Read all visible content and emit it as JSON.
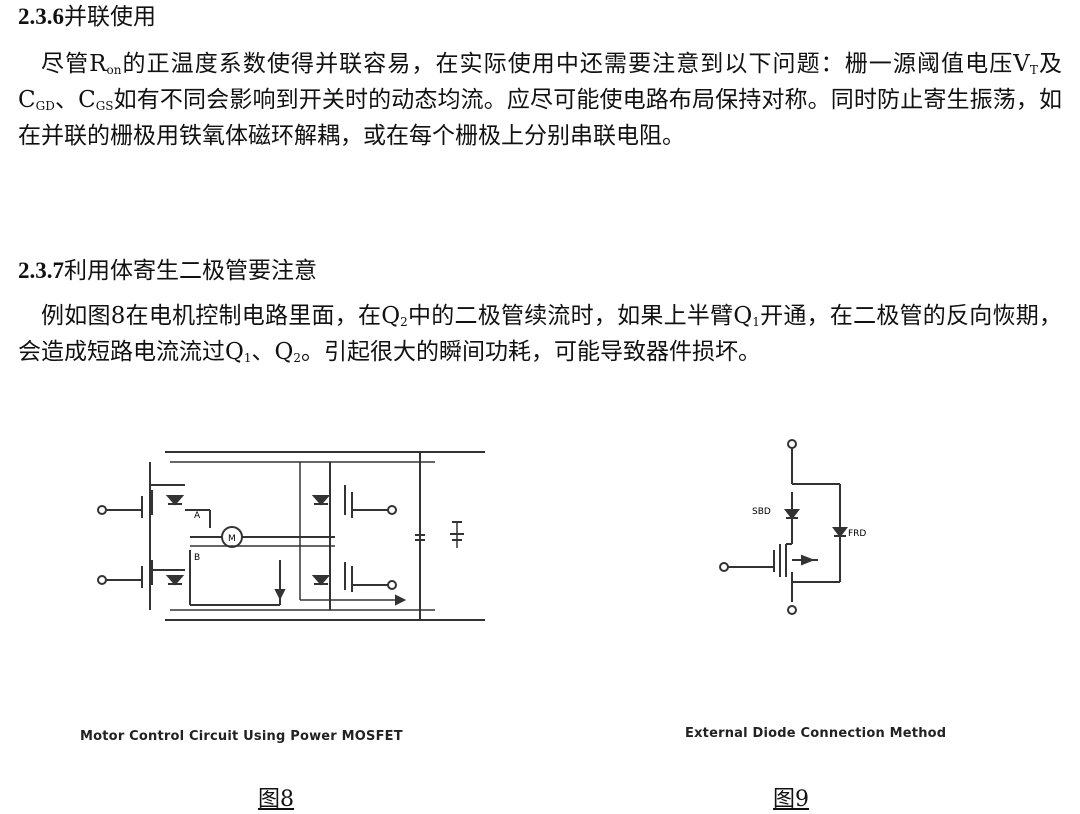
{
  "section1": {
    "number": "2.3.6",
    "title": "并联使用",
    "body": {
      "p1": "尽管R",
      "ron_sub": "on",
      "p2": "的正温度系数使得并联容易，在实际使用中还需要注意到以下问题：栅一源阈值电压V",
      "vt_sub": "T",
      "p3": "及C",
      "cgd_sub": "GD",
      "p4": "、C",
      "cgs_sub": "GS",
      "p5": "如有不同会影响到开关时的动态均流。应尽可能使电路布局保持对称。同时防止寄生振荡，如在并联的栅极用铁氧体磁环解耦，或在每个栅极上分别串联电阻。"
    }
  },
  "section2": {
    "number": "2.3.7",
    "title": "利用体寄生二极管要注意",
    "body": {
      "p1": "例如图8在电机控制电路里面，在Q",
      "q2_sub_a": "2",
      "p2": "中的二极管续流时，如果上半臂Q",
      "q1_sub_a": "1",
      "p3": "开通，在二极管的反向恢期，会造成短路电流流过Q",
      "q1_sub_b": "1",
      "p4": "、Q",
      "q2_sub_b": "2",
      "p5": "。引起很大的瞬间功耗，可能导致器件损坏。"
    }
  },
  "figure8": {
    "caption_en": "Motor Control Circuit Using Power MOSFET",
    "caption_cn": "图8",
    "labels": {
      "a": "A",
      "b": "B",
      "motor": "M"
    }
  },
  "figure9": {
    "caption_en": "External Diode Connection Method",
    "caption_cn": "图9",
    "labels": {
      "sbd": "SBD",
      "frd": "FRD"
    }
  }
}
